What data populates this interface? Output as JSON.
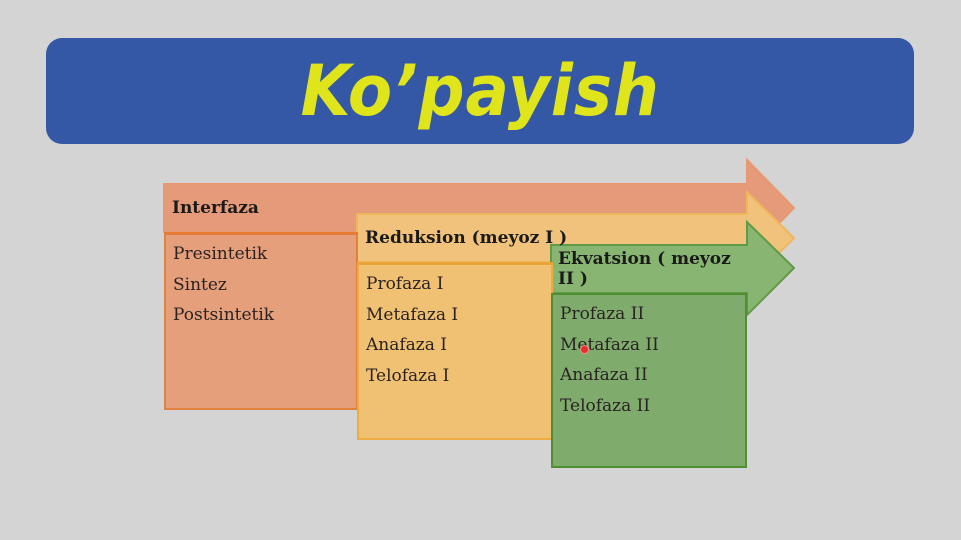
{
  "title": "Ko’payish",
  "colors": {
    "title_bar": "#3558a6",
    "title_text": "#dfe51a",
    "interfaza": "#e59a7a",
    "reduksion": "#f0c073",
    "ekvatsion": "#7fac6d"
  },
  "stages": [
    {
      "header": "Interfaza",
      "items": [
        "Presintetik",
        "Sintez",
        "Postsintetik"
      ]
    },
    {
      "header": "Reduksion (meyoz I )",
      "items": [
        "Profaza I",
        "Metafaza I",
        "Anafaza I",
        "Telofaza I"
      ]
    },
    {
      "header": "Ekvatsion ( meyoz II )",
      "items": [
        "Profaza II",
        "Metafaza II",
        "Anafaza II",
        "Telofaza II"
      ]
    }
  ]
}
